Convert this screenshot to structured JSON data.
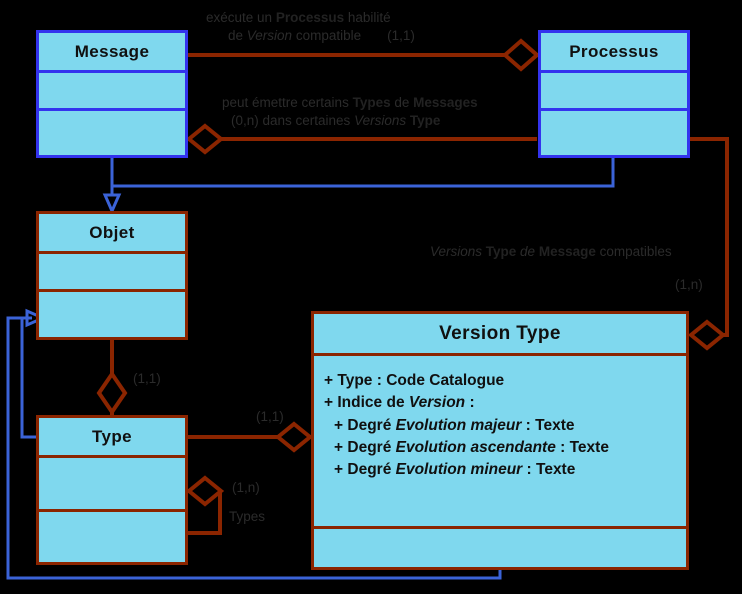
{
  "diagram": {
    "title": "Modèle conceptuel - Version Type",
    "colors": {
      "background": "#000000",
      "entity_fill": "#7fd8ee",
      "blue_border": "#3333ee",
      "red_border": "#8b2500",
      "label_text": "#2b2b2b",
      "entity_text": "#101010"
    }
  },
  "entities": {
    "message": {
      "name": "Message"
    },
    "processus": {
      "name": "Processus"
    },
    "objet": {
      "name": "Objet"
    },
    "type": {
      "name": "Type"
    },
    "version_type": {
      "name": "Version Type",
      "attributes": [
        {
          "prefix": "+",
          "label": "Type",
          "label_style": "bold",
          "sep": " : ",
          "value": "Code Catalogue",
          "indent": false
        },
        {
          "prefix": "+",
          "label": "Indice de ",
          "italic": "Version",
          "sep": " :",
          "value": "",
          "indent": false
        },
        {
          "prefix": "+",
          "label": "Degré ",
          "italic": "Evolution majeur",
          "sep": " : ",
          "value": "Texte",
          "indent": true
        },
        {
          "prefix": "+",
          "label": "Degré ",
          "italic": "Evolution ascendante",
          "sep": " : ",
          "value": "Texte",
          "indent": true
        },
        {
          "prefix": "+",
          "label": "Degré ",
          "italic": "Evolution mineur",
          "sep": " : ",
          "value": "Texte",
          "indent": true
        }
      ]
    }
  },
  "relationships": {
    "execute": {
      "line1_a": "exécute un ",
      "line1_b": "Processus",
      "line1_c": " habilité",
      "line2_a": "de ",
      "line2_b": "Version",
      "line2_c": " compatible",
      "cardinality": "(1,1)"
    },
    "emettre": {
      "line1_a": "peut émettre certains ",
      "line1_b": "Types",
      "line1_c": " de  ",
      "line1_d": "Messages",
      "line2_a": "(0,n) dans certaines ",
      "line2_b": "Versions",
      "line2_c": " Type"
    },
    "versions_compatibles": {
      "a": "Versions",
      "b": " Type ",
      "c": "de ",
      "d": "Message",
      "e": " compatibles",
      "cardinality": "(1,n)"
    },
    "objet_type": {
      "cardinality": "(1,1)"
    },
    "type_version": {
      "cardinality": "(1,1)"
    },
    "type_self": {
      "cardinality": "(1,n)",
      "role": "Types"
    }
  }
}
